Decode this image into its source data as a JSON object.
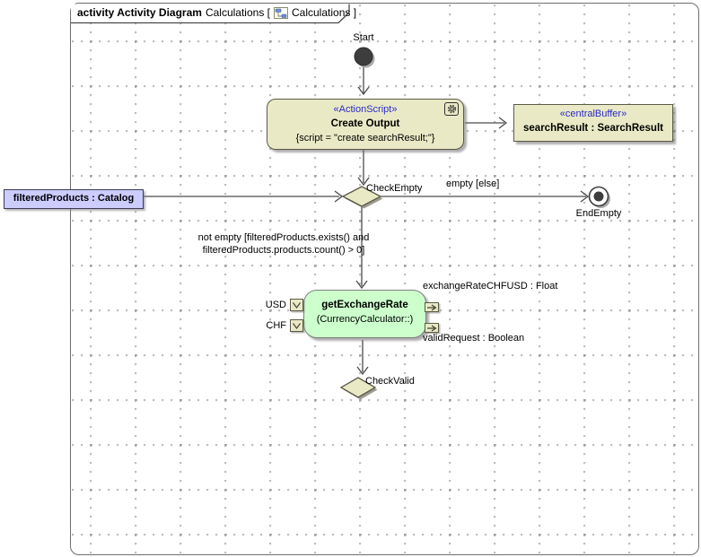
{
  "frame": {
    "title_keyword": "activity Activity Diagram",
    "title_name": "Calculations [",
    "title_suffix": "Calculations ]"
  },
  "nodes": {
    "start": {
      "label": "Start"
    },
    "create_output": {
      "stereotype": "«ActionScript»",
      "name": "Create Output",
      "body": "{script = \"create searchResult;\"}"
    },
    "search_result_buffer": {
      "stereotype": "«centralBuffer»",
      "name": "searchResult : SearchResult"
    },
    "filtered_products": {
      "label": "filteredProducts : Catalog"
    },
    "check_empty": {
      "label": "CheckEmpty"
    },
    "end_empty": {
      "label": "EndEmpty"
    },
    "get_exchange_rate": {
      "name": "getExchangeRate",
      "qualifier": "(CurrencyCalculator::)",
      "pin_usd": "USD",
      "pin_chf": "CHF",
      "pin_rate": "exchangeRateCHFUSD : Float",
      "pin_valid": "validRequest : Boolean"
    },
    "check_valid": {
      "label": "CheckValid"
    }
  },
  "edges": {
    "empty_guard": "empty [else]",
    "not_empty_line1": "not empty [filteredProducts.exists() and",
    "not_empty_line2": "filteredProducts.products.count() > 0]"
  },
  "colors": {
    "node_fill": "#e9e9c6",
    "node_border": "#5a5a48",
    "action_fill": "#ccffcc",
    "object_fill": "#ccccff",
    "stereotype_text": "#2a2ac8",
    "edge": "#4c4c4c"
  }
}
